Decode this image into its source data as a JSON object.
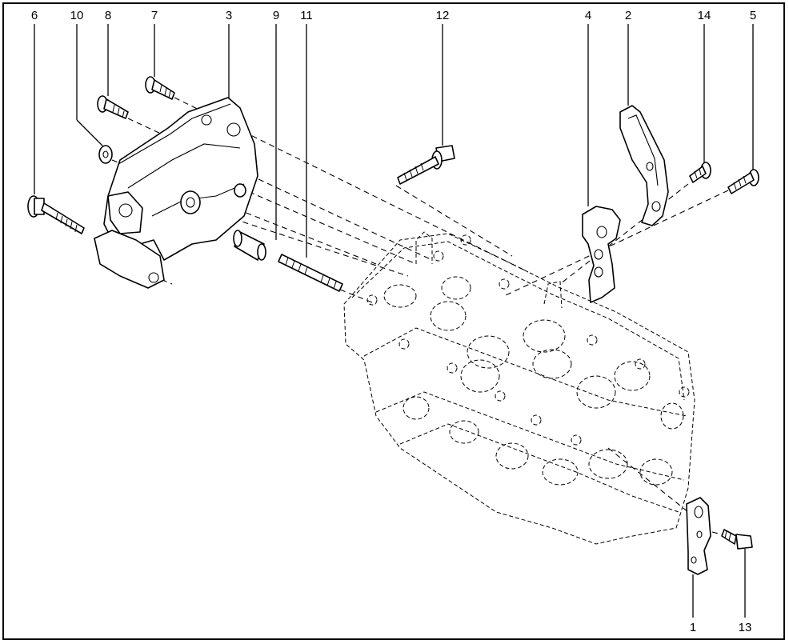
{
  "diagram": {
    "callouts": [
      {
        "id": "6",
        "label": "6"
      },
      {
        "id": "10",
        "label": "10"
      },
      {
        "id": "8",
        "label": "8"
      },
      {
        "id": "7",
        "label": "7"
      },
      {
        "id": "3",
        "label": "3"
      },
      {
        "id": "9",
        "label": "9"
      },
      {
        "id": "11",
        "label": "11"
      },
      {
        "id": "12",
        "label": "12"
      },
      {
        "id": "4",
        "label": "4"
      },
      {
        "id": "2",
        "label": "2"
      },
      {
        "id": "14",
        "label": "14"
      },
      {
        "id": "5",
        "label": "5"
      },
      {
        "id": "1",
        "label": "1"
      },
      {
        "id": "13",
        "label": "13"
      }
    ]
  }
}
